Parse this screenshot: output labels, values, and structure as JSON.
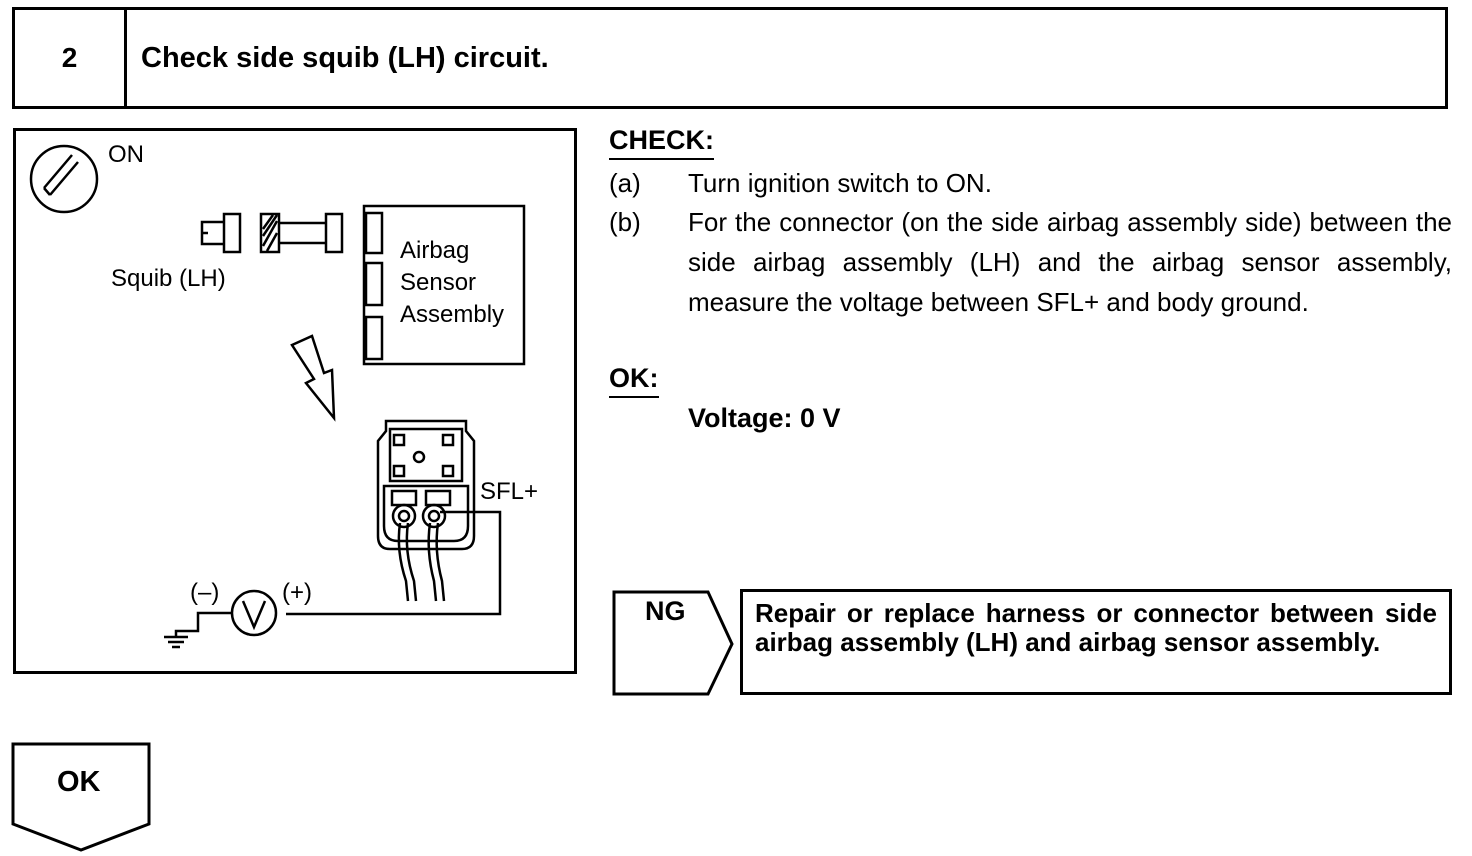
{
  "step": {
    "number": "2",
    "title": "Check side squib (LH) circuit."
  },
  "figure": {
    "ignition_label": "ON",
    "squib_label": "Squib (LH)",
    "sensor_label_line1": "Airbag",
    "sensor_label_line2": "Sensor",
    "sensor_label_line3": "Assembly",
    "terminal_label": "SFL+",
    "neg_label": "(–)",
    "pos_label": "(+)",
    "meter_symbol": "V"
  },
  "check": {
    "heading": "CHECK:",
    "items": [
      {
        "label": "(a)",
        "text": "Turn ignition switch to ON."
      },
      {
        "label": "(b)",
        "text": "For the connector (on the side airbag assembly side) between the side airbag assembly (LH) and the airbag sensor assembly, measure the voltage between SFL+ and body ground."
      }
    ]
  },
  "ok": {
    "heading": "OK:",
    "value": "Voltage: 0 V"
  },
  "ng": {
    "label": "NG",
    "action": "Repair or replace harness or connector between side airbag assembly (LH) and airbag sensor assembly."
  },
  "ok_tag": {
    "label": "OK"
  }
}
